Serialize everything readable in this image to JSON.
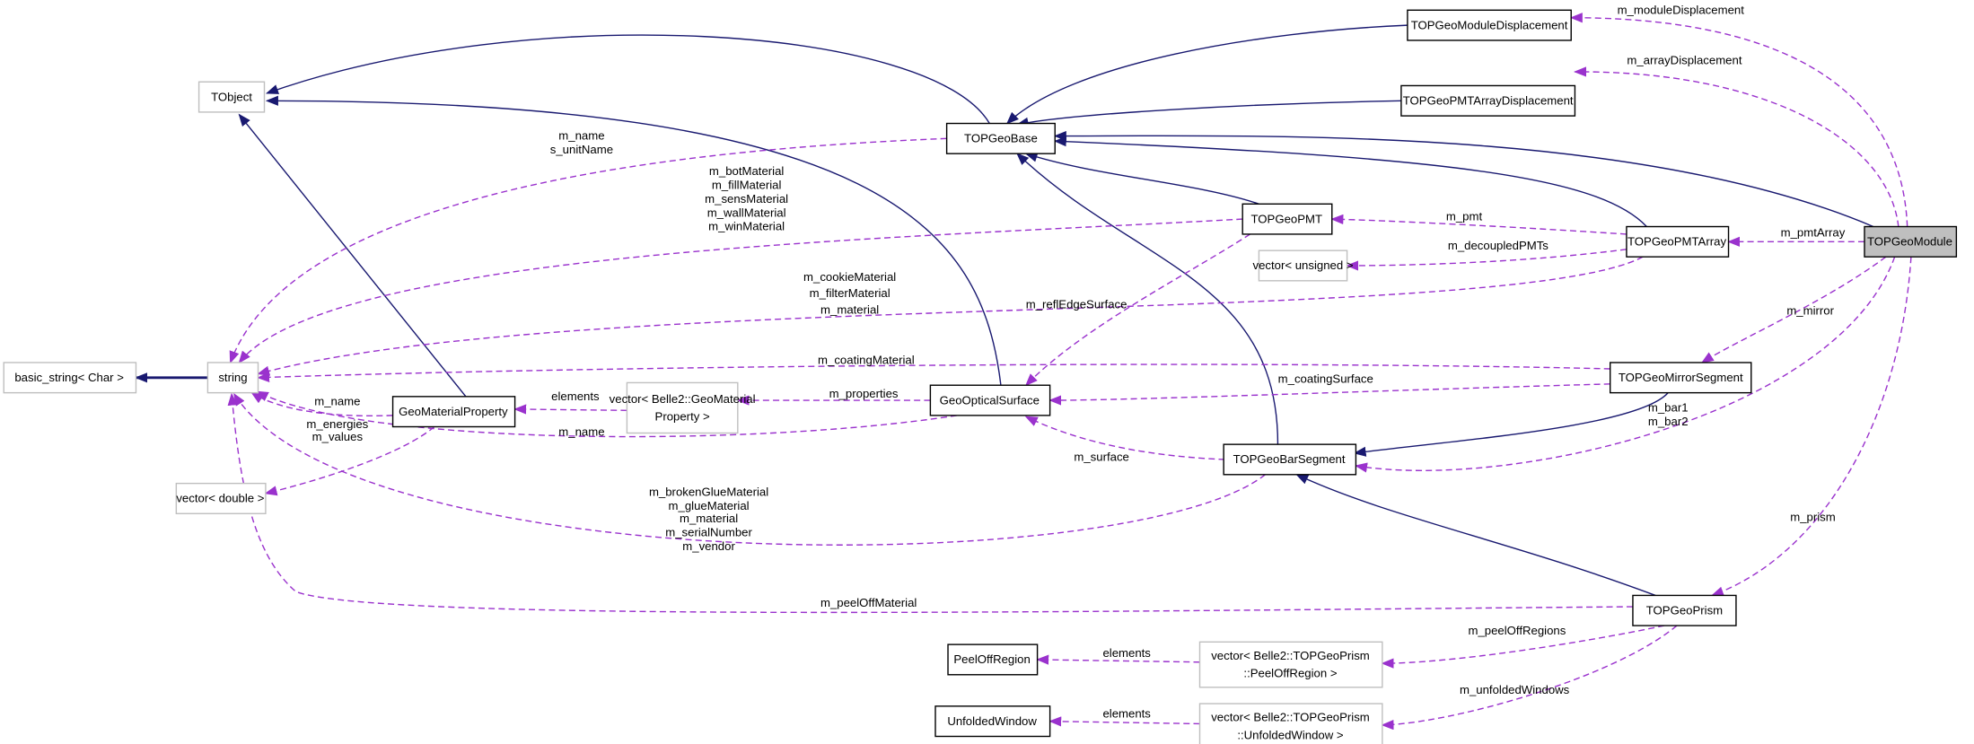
{
  "nodes": {
    "tobject": "TObject",
    "topgeobase": "TOPGeoBase",
    "module_displacement": "TOPGeoModuleDisplacement",
    "pmtarray_displacement": "TOPGeoPMTArrayDisplacement",
    "topgeopmt": "TOPGeoPMT",
    "topgeopmtarray": "TOPGeoPMTArray",
    "topgeomodule": "TOPGeoModule",
    "vector_unsigned": "vector< unsigned >",
    "basic_string": "basic_string< Char >",
    "string": "string",
    "geomaterialproperty": "GeoMaterialProperty",
    "vector_gmp": [
      "vector< Belle2::GeoMaterial",
      "Property >"
    ],
    "geoopticalsurface": "GeoOpticalSurface",
    "mirrorsegment": "TOPGeoMirrorSegment",
    "barsegment": "TOPGeoBarSegment",
    "vector_double": "vector< double >",
    "prism": "TOPGeoPrism",
    "peeloffregion": "PeelOffRegion",
    "vector_peeloff": [
      "vector< Belle2::TOPGeoPrism",
      "::PeelOffRegion >"
    ],
    "unfoldedwindow": "UnfoldedWindow",
    "vector_unfolded": [
      "vector< Belle2::TOPGeoPrism",
      "::UnfoldedWindow >"
    ]
  },
  "edges": {
    "module_displacement": [
      "m_moduleDisplacement"
    ],
    "array_displacement": [
      "m_arrayDisplacement"
    ],
    "pmt_array": [
      "m_pmtArray"
    ],
    "mirror": [
      "m_mirror"
    ],
    "bars": [
      "m_bar1",
      "m_bar2"
    ],
    "prism": [
      "m_prism"
    ],
    "pmt": [
      "m_pmt"
    ],
    "decoupled": [
      "m_decoupledPMTs"
    ],
    "pmtarray_string": [
      "m_cookieMaterial",
      "m_filterMaterial",
      "m_material"
    ],
    "pmt_string": [
      "m_botMaterial",
      "m_fillMaterial",
      "m_sensMaterial",
      "m_wallMaterial",
      "m_winMaterial"
    ],
    "refl_edge": [
      "m_reflEdgeSurface"
    ],
    "base_string": [
      "m_name",
      "s_unitName"
    ],
    "mirror_string": [
      "m_coatingMaterial"
    ],
    "coating_surface": [
      "m_coatingSurface"
    ],
    "surface": [
      "m_surface"
    ],
    "bar_string": [
      "m_brokenGlueMaterial",
      "m_glueMaterial",
      "m_material",
      "m_serialNumber",
      "m_vendor"
    ],
    "properties": [
      "m_properties"
    ],
    "gos_string": [
      "m_name"
    ],
    "gmp_elements": [
      "elements"
    ],
    "gmp_string": [
      "m_name"
    ],
    "gmp_vector": [
      "m_energies",
      "m_values"
    ],
    "prism_string": [
      "m_peelOffMaterial"
    ],
    "peeloff_regions": [
      "m_peelOffRegions"
    ],
    "unfolded_windows": [
      "m_unfoldedWindows"
    ],
    "peeloff_elements": [
      "elements"
    ],
    "unfolded_elements": [
      "elements"
    ]
  },
  "colors": {
    "inheritance": "#191970",
    "usage": "#9a32cd",
    "current_node": "#bfbfbf"
  }
}
